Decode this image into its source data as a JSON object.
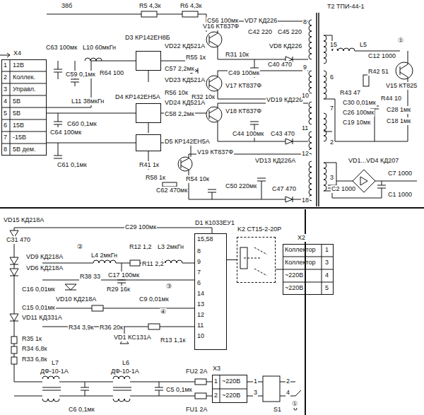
{
  "diagram": {
    "nodes": [
      {
        "text": [
          "X4",
          "1",
          "12В",
          "2",
          "Коллек.",
          "3",
          "Управл.",
          "4",
          "5В",
          "5",
          "5В",
          "6",
          "15В",
          "7",
          "-15В",
          "8",
          "5В дем."
        ]
      },
      {
        "text": [
          "D3 КР142ЕН8Б"
        ]
      },
      {
        "text": [
          "D4 КР142ЕН5А"
        ]
      },
      {
        "text": [
          "D5 КР142ЕН5А"
        ]
      },
      {
        "text": [
          "D1 К1033ЕУ1",
          "15,58",
          "8",
          "9",
          "7",
          "6",
          "14",
          "13",
          "12",
          "11",
          "10"
        ]
      },
      {
        "text": [
          "K2 СТ15-2-20Р"
        ]
      },
      {
        "text": [
          "X2",
          "Коллектор",
          "1",
          "Коллектор",
          "3",
          "~220В",
          "4",
          "~220В",
          "5"
        ]
      },
      {
        "text": [
          "X3",
          "1",
          "~220В",
          "2",
          "~220В"
        ]
      }
    ],
    "edges": [
      {
        "from": 0,
        "to": 1,
        "arrow": "none"
      },
      {
        "from": 0,
        "to": 2,
        "arrow": "none"
      },
      {
        "from": 0,
        "to": 3,
        "arrow": "none"
      },
      {
        "from": 4,
        "to": 5,
        "arrow": "none"
      },
      {
        "from": 5,
        "to": 6,
        "arrow": "none"
      }
    ],
    "labels": [
      "38б",
      "R5 4,3к",
      "R6 4,3к",
      "C56 100мк",
      "VD7 КД226",
      "T2 ТПИ-44-1",
      "C63 100мк",
      "L10 60мкГн",
      "C59 0,1мк",
      "R64 100",
      "VD22 КД521А",
      "R55 1к",
      "C57 2,2мк",
      "V16 КТ837Ф",
      "R31 10к",
      "C42 220",
      "C45 220",
      "VD8 КД226",
      "C40 470",
      "C49 100мк",
      "VD23 КД521А",
      "V17 КТ837Ф",
      "R56 10к",
      "R32 10к",
      "L11 38мкГн",
      "VD24 КД521А",
      "C58 2,2мк",
      "V18 КТ837Ф",
      "VD19 КД226",
      "C60 0,1мк",
      "C64 100мк",
      "C44 100мк",
      "C43 470",
      "C61 0,1мк",
      "R41 1к",
      "V19 КТ837Ф",
      "VD13 КД226А",
      "R58 1к",
      "R54 10к",
      "C62 470мк",
      "C50 220мк",
      "C47 470",
      "L5",
      "C12 1000",
      "①",
      "R42 51",
      "V15 КТ825",
      "R43 47",
      "C30 0,01мк",
      "C26 100мк",
      "C19 10мк",
      "R44 10",
      "C28 1мк",
      "C18 1мк",
      "VD1...VD4 КД207",
      "C2 1000",
      "C7 1000",
      "C1 1000",
      "8",
      "9",
      "10",
      "11",
      "12",
      "18",
      "15",
      "6",
      "7",
      "2",
      "3",
      "VD15 КД218А",
      "C29 100мк",
      "C31 470",
      "②",
      "L4 2мкГн",
      "R12 1,2",
      "L3 2мкГн",
      "VD9 КД218А",
      "VD6 КД218А",
      "R38 33",
      "C17 100мк",
      "R11 2,2",
      "C16 0,01мк",
      "R29 16к",
      "③",
      "VD10 КД218А",
      "C9 0,01мк",
      "C15 0,01мк",
      "④",
      "VD11 КД331А",
      "R34 3,9к",
      "R36 20к",
      "VD1 КС131А",
      "R13 1,1к",
      "R35 1к",
      "R34 6,8к",
      "R33 6,8к",
      "L7",
      "ДФ-10-1А",
      "L6",
      "ДФ-10-1А",
      "C6 0,1мк",
      "C5 0,1мк",
      "FU2 2А",
      "FU1 2А",
      "S1",
      "①",
      "1",
      "3",
      "2",
      "4"
    ]
  }
}
